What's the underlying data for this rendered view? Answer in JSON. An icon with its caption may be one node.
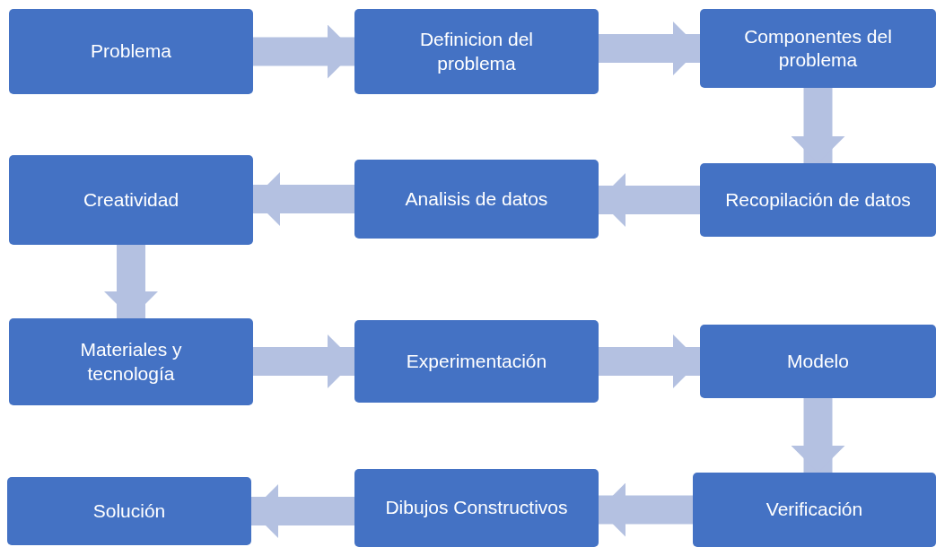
{
  "diagram": {
    "nodes": [
      {
        "text": [
          "Problema"
        ]
      },
      {
        "text": [
          "Definicion del problema"
        ]
      },
      {
        "text": [
          "Componentes del problema"
        ]
      },
      {
        "text": [
          "Recopilación de datos"
        ]
      },
      {
        "text": [
          "Analisis de datos"
        ]
      },
      {
        "text": [
          "Creatividad"
        ]
      },
      {
        "text": [
          "Materiales y tecnología"
        ]
      },
      {
        "text": [
          "Experimentación"
        ]
      },
      {
        "text": [
          "Modelo"
        ]
      },
      {
        "text": [
          "Verificación"
        ]
      },
      {
        "text": [
          "Dibujos Constructivos"
        ]
      },
      {
        "text": [
          "Solución"
        ]
      }
    ],
    "edges": [
      {
        "from": 0,
        "to": 1,
        "arrow": "to"
      },
      {
        "from": 1,
        "to": 2,
        "arrow": "to"
      },
      {
        "from": 2,
        "to": 3,
        "arrow": "to"
      },
      {
        "from": 3,
        "to": 4,
        "arrow": "to"
      },
      {
        "from": 4,
        "to": 5,
        "arrow": "to"
      },
      {
        "from": 5,
        "to": 6,
        "arrow": "to"
      },
      {
        "from": 6,
        "to": 7,
        "arrow": "to"
      },
      {
        "from": 7,
        "to": 8,
        "arrow": "to"
      },
      {
        "from": 8,
        "to": 9,
        "arrow": "to"
      },
      {
        "from": 9,
        "to": 10,
        "arrow": "to"
      },
      {
        "from": 10,
        "to": 11,
        "arrow": "to"
      }
    ]
  }
}
